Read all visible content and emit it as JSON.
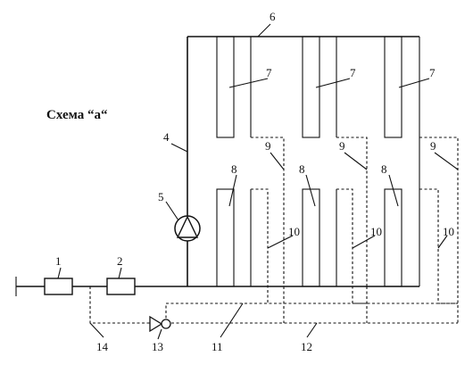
{
  "title": "Схема “а“",
  "labels": {
    "l1": "1",
    "l2": "2",
    "l4": "4",
    "l5": "5",
    "l6": "6",
    "l7a": "7",
    "l7b": "7",
    "l7c": "7",
    "l8a": "8",
    "l8b": "8",
    "l8c": "8",
    "l9a": "9",
    "l9b": "9",
    "l9c": "9",
    "l10a": "10",
    "l10b": "10",
    "l10c": "10",
    "l11": "11",
    "l12": "12",
    "l13": "13",
    "l14": "14"
  }
}
